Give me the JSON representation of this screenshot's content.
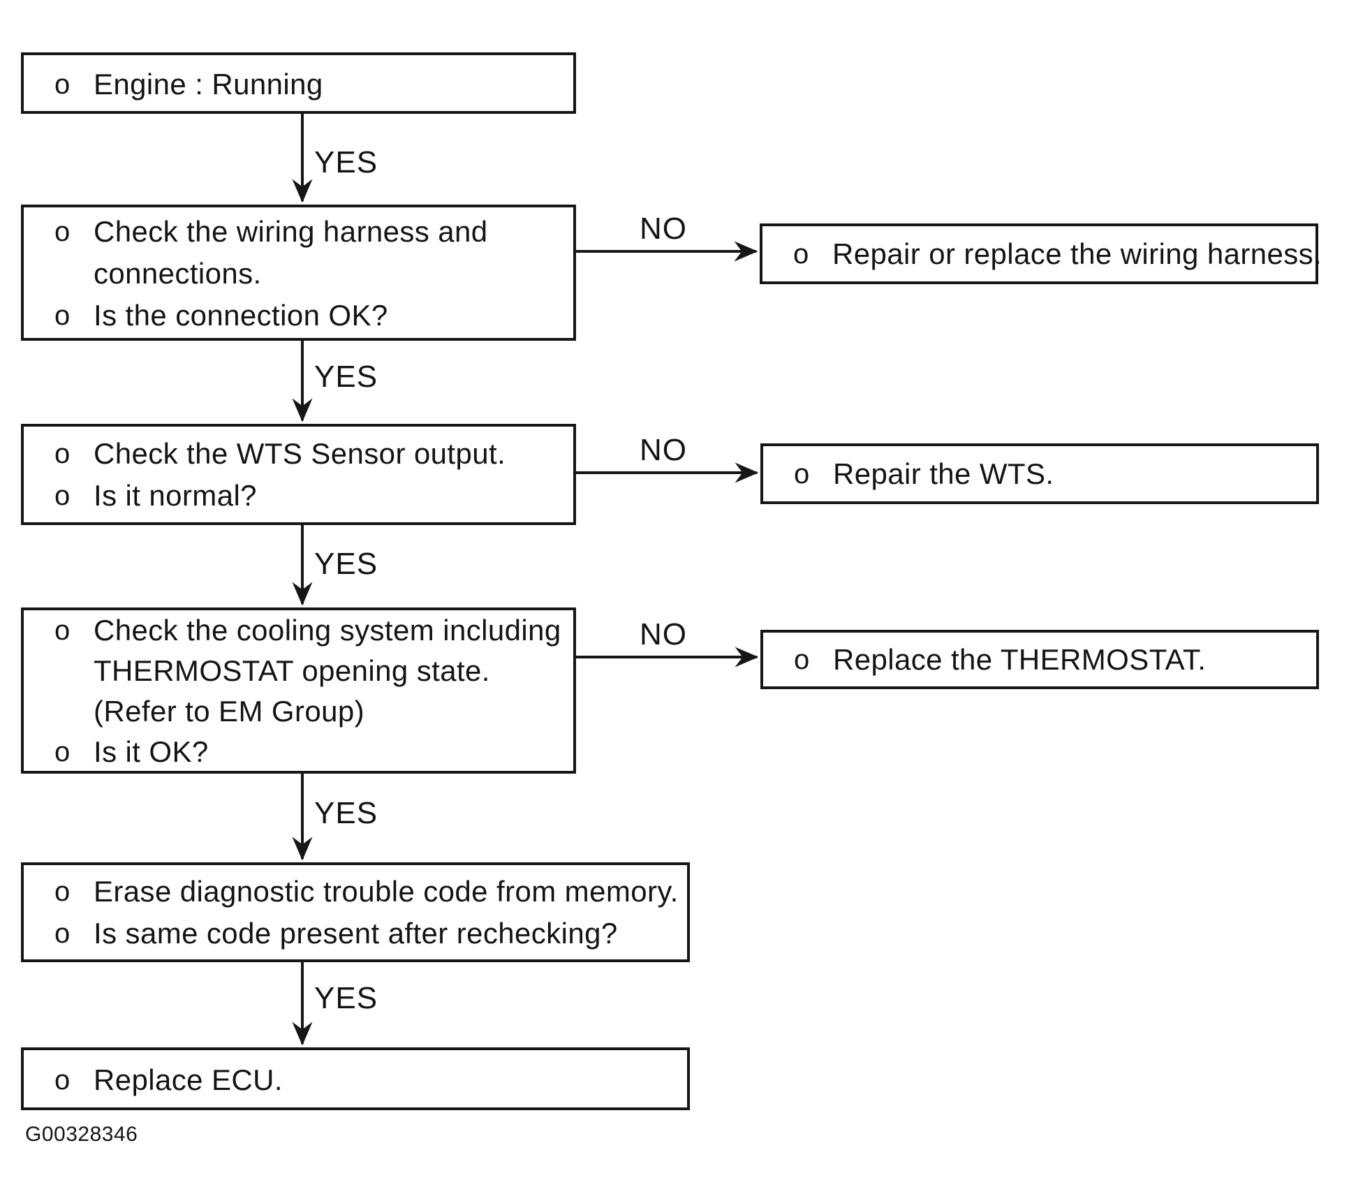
{
  "diagram": {
    "figure_id": "G00328346",
    "ink_color": "#161616",
    "labels": {
      "yes": "YES",
      "no": "NO"
    },
    "steps": [
      {
        "name": "engine-running",
        "lines": [
          {
            "bullet": "o",
            "text": "Engine : Running"
          }
        ]
      },
      {
        "name": "check-wiring-harness",
        "lines": [
          {
            "bullet": "o",
            "text": "Check the wiring harness and"
          },
          {
            "bullet": "",
            "text": "connections."
          },
          {
            "bullet": "o",
            "text": "Is the connection OK?"
          }
        ]
      },
      {
        "name": "check-wts-sensor-output",
        "lines": [
          {
            "bullet": "o",
            "text": "Check the WTS Sensor output."
          },
          {
            "bullet": "o",
            "text": "Is it normal?"
          }
        ]
      },
      {
        "name": "check-cooling-system",
        "lines": [
          {
            "bullet": "o",
            "text": "Check the cooling system including"
          },
          {
            "bullet": "",
            "text": "THERMOSTAT opening state."
          },
          {
            "bullet": "",
            "text": "(Refer to EM Group)"
          },
          {
            "bullet": "o",
            "text": "Is it OK?"
          }
        ]
      },
      {
        "name": "erase-diagnostic-code",
        "lines": [
          {
            "bullet": "o",
            "text": "Erase diagnostic trouble code from memory."
          },
          {
            "bullet": "o",
            "text": "Is same code present after rechecking?"
          }
        ]
      },
      {
        "name": "replace-ecu",
        "lines": [
          {
            "bullet": "o",
            "text": "Replace ECU."
          }
        ]
      }
    ],
    "actions": [
      {
        "name": "repair-or-replace-wiring-harness",
        "lines": [
          {
            "bullet": "o",
            "text": "Repair or replace the wiring harness."
          }
        ]
      },
      {
        "name": "repair-the-wts",
        "lines": [
          {
            "bullet": "o",
            "text": "Repair the WTS."
          }
        ]
      },
      {
        "name": "replace-the-thermostat",
        "lines": [
          {
            "bullet": "o",
            "text": "Replace the THERMOSTAT."
          }
        ]
      }
    ]
  }
}
